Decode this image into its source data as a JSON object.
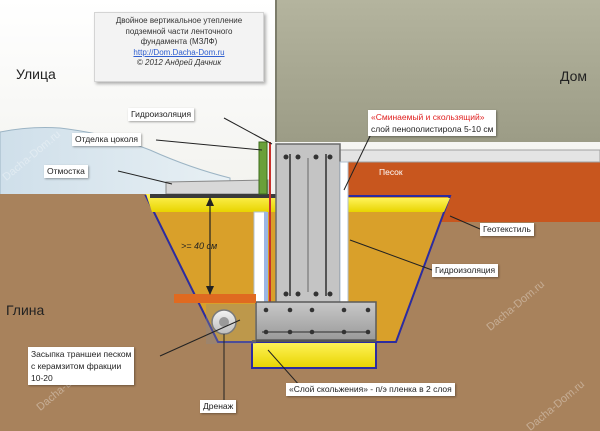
{
  "title": {
    "line1": "Двойное вертикальное утепление",
    "line2": "подземной части ленточного",
    "line3": "фундамента (МЗЛФ)",
    "site": "http://Dom.Dacha-Dom.ru",
    "copyright": "© 2012 Андрей Дачник"
  },
  "zones": {
    "street": "Улица",
    "house": "Дом",
    "clay": "Глина"
  },
  "labels": {
    "waterproofing_top": "Гидроизоляция",
    "plinth_finish": "Отделка цоколя",
    "blind_area": "Отмостка",
    "sand": "Песок",
    "crushable_red": "«Сминаемый и скользящий»",
    "eps_layer": "слой пенополистирола 5-10 см",
    "geotextile": "Геотекстиль",
    "waterproofing_right": "Гидроизоляция",
    "depth": ">= 40 см",
    "backfill_1": "Засыпка траншеи песком",
    "backfill_2": "с керамзитом фракции",
    "backfill_3": "10-20",
    "drainage": "Дренаж",
    "slip_layer": "«Слой скольжения» - п/э пленка в 2 слоя"
  },
  "watermark": "Dacha-Dom.ru",
  "colors": {
    "soil": "#a8825c",
    "wall": "#a0a08a",
    "orange_layer": "#c8561e",
    "yellow_sand": "#f4e41c",
    "trench_fill": "#d9a02a",
    "concrete": "#9a9a9a",
    "plinth_green": "#6aa03a",
    "pipe_orange": "#e06a20",
    "insulation": "#ffffff",
    "frame": "#3b3ba0",
    "snow_hill": "#dde8ef"
  }
}
